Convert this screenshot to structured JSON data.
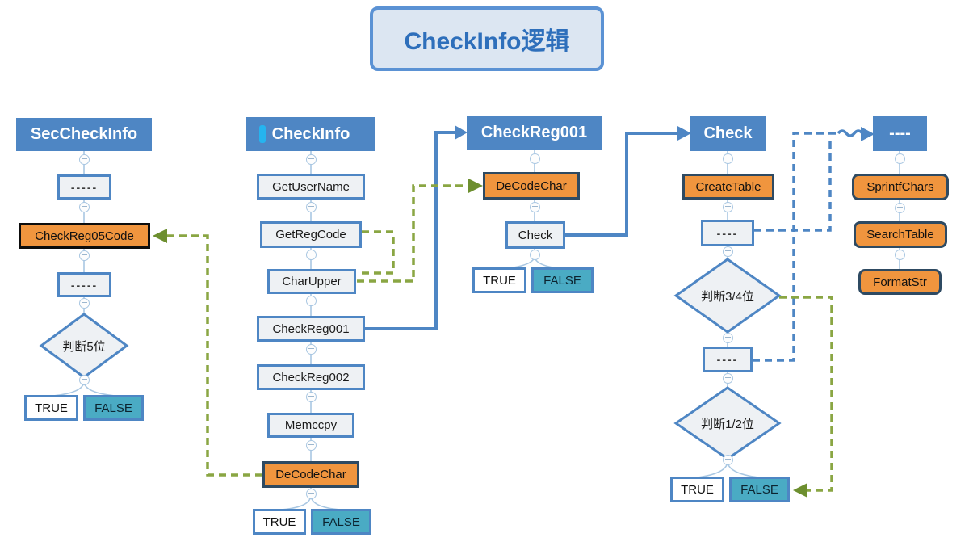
{
  "title": "CheckInfo逻辑",
  "icons": {
    "collapse": "minus-circle",
    "cursor": "text-cursor"
  },
  "colors": {
    "header_blue": "#4e86c4",
    "box_border_blue": "#4e86c4",
    "light_fill": "#eef1f4",
    "orange_fill": "#f0953e",
    "navy_border": "#2e4a62",
    "black_border": "#0d0d0d",
    "teal_false": "#4aabc4",
    "olive_green_dashed": "#8aa643",
    "blue_dashed": "#4e86c4",
    "title_fill": "#dce6f2",
    "title_text": "#2e6fbb",
    "connector_blue": "#a9c7e2",
    "cyan_icon": "#25b4ef"
  },
  "diagram": {
    "col1": {
      "header": "SecCheckInfo",
      "dash_top": "-----",
      "func": "CheckReg05Code",
      "dash_bottom": "-----",
      "decision": "判断5位",
      "true_label": "TRUE",
      "false_label": "FALSE"
    },
    "col2": {
      "header": "CheckInfo",
      "steps": [
        "GetUserName",
        "GetRegCode",
        "CharUpper",
        "CheckReg001",
        "CheckReg002",
        "Memccpy"
      ],
      "decode": "DeCodeChar",
      "true_label": "TRUE",
      "false_label": "FALSE"
    },
    "col3": {
      "header": "CheckReg001",
      "decode": "DeCodeChar",
      "check": "Check",
      "true_label": "TRUE",
      "false_label": "FALSE"
    },
    "col4": {
      "header": "Check",
      "create_table": "CreateTable",
      "dash_top": "----",
      "decision1": "判断3/4位",
      "dash_mid": "----",
      "decision2": "判断1/2位",
      "true_label": "TRUE",
      "false_label": "FALSE"
    },
    "col5": {
      "header": "----",
      "steps": [
        "SprintfChars",
        "SearchTable",
        "FormatStr"
      ]
    }
  }
}
